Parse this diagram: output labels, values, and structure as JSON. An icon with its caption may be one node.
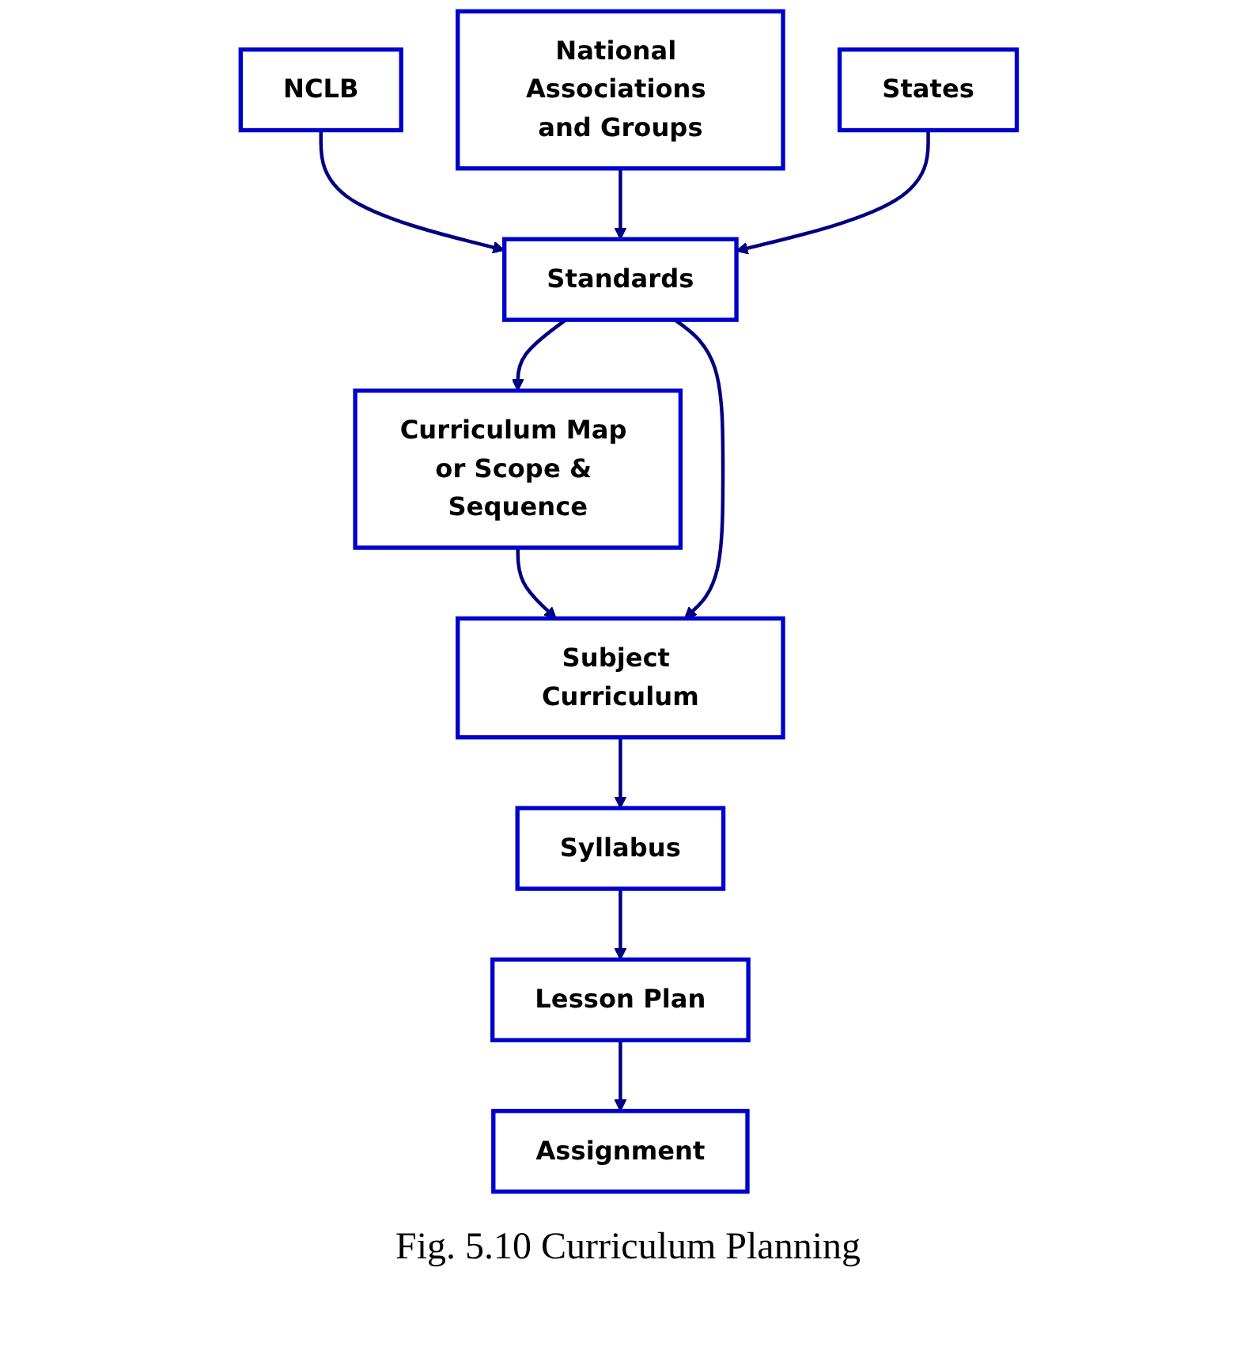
{
  "diagram": {
    "caption": "Fig. 5.10 Curriculum Planning",
    "nodes": [
      {
        "text": [
          "Curriculum Map or Scope & Sequence"
        ]
      },
      {
        "text": [
          "NCLB"
        ]
      },
      {
        "text": [
          "Standards"
        ]
      },
      {
        "text": [
          "National Associations and Groups"
        ]
      },
      {
        "text": [
          "Subject Curriculum"
        ]
      },
      {
        "text": [
          "States"
        ]
      },
      {
        "text": [
          "Syllabus"
        ]
      },
      {
        "text": [
          "Lesson Plan"
        ]
      },
      {
        "text": [
          "Assignment"
        ]
      }
    ],
    "edges": [
      {
        "from": 0,
        "to": 4,
        "arrow": "to"
      },
      {
        "from": 2,
        "to": 0,
        "arrow": "to"
      },
      {
        "from": 2,
        "to": 4,
        "arrow": "to"
      },
      {
        "from": 1,
        "to": 2,
        "arrow": "to"
      },
      {
        "from": 3,
        "to": 2,
        "arrow": "to"
      },
      {
        "from": 5,
        "to": 2,
        "arrow": "to"
      },
      {
        "from": 4,
        "to": 6,
        "arrow": "to"
      },
      {
        "from": 6,
        "to": 7,
        "arrow": "to"
      },
      {
        "from": 7,
        "to": 8,
        "arrow": "to"
      }
    ]
  }
}
